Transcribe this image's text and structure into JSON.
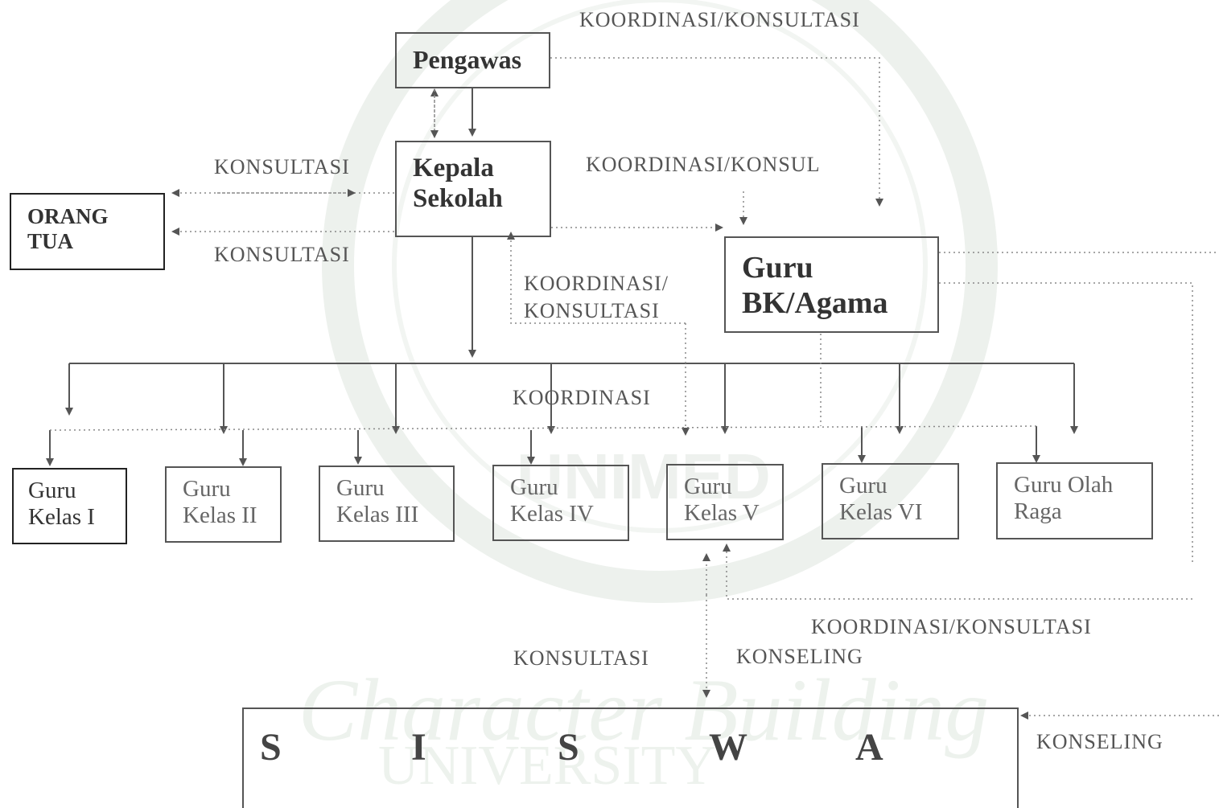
{
  "nodes": {
    "pengawas": "Pengawas",
    "kepala_sekolah": "Kepala\nSekolah",
    "orang_tua": "ORANG\nTUA",
    "guru_bk": "Guru\nBK/Agama",
    "guru_kelas_1": "Guru\nKelas I",
    "guru_kelas_2": "Guru\nKelas II",
    "guru_kelas_3": "Guru\nKelas III",
    "guru_kelas_4": "Guru\nKelas IV",
    "guru_kelas_5": "Guru\nKelas V",
    "guru_kelas_6": "Guru\nKelas VI",
    "guru_olahraga": "Guru Olah\nRaga",
    "siswa_letters": [
      "S",
      "I",
      "S",
      "W",
      "A"
    ]
  },
  "edge_labels": {
    "top_right": "KOORDINASI/KONSULTASI",
    "kepala_bk": "KOORDINASI/KONSUL",
    "ortu_upper": "KONSULTASI",
    "ortu_lower": "KONSULTASI",
    "bk_kepala": "KOORDINASI/\nKONSULTASI",
    "koordinasi": "KOORDINASI",
    "bottom_koord": "KOORDINASI/KONSULTASI",
    "bottom_konsultasi": "KONSULTASI",
    "bottom_konseling": "KONSELING",
    "right_konseling": "KONSELING"
  },
  "watermark": {
    "emblem": "UNIMED",
    "script": "Character Building",
    "university": "UNIVERSITY"
  },
  "colors": {
    "box_border": "#555555",
    "line": "#555555",
    "dotted": "#888888",
    "watermark": "#e4ebe4"
  }
}
